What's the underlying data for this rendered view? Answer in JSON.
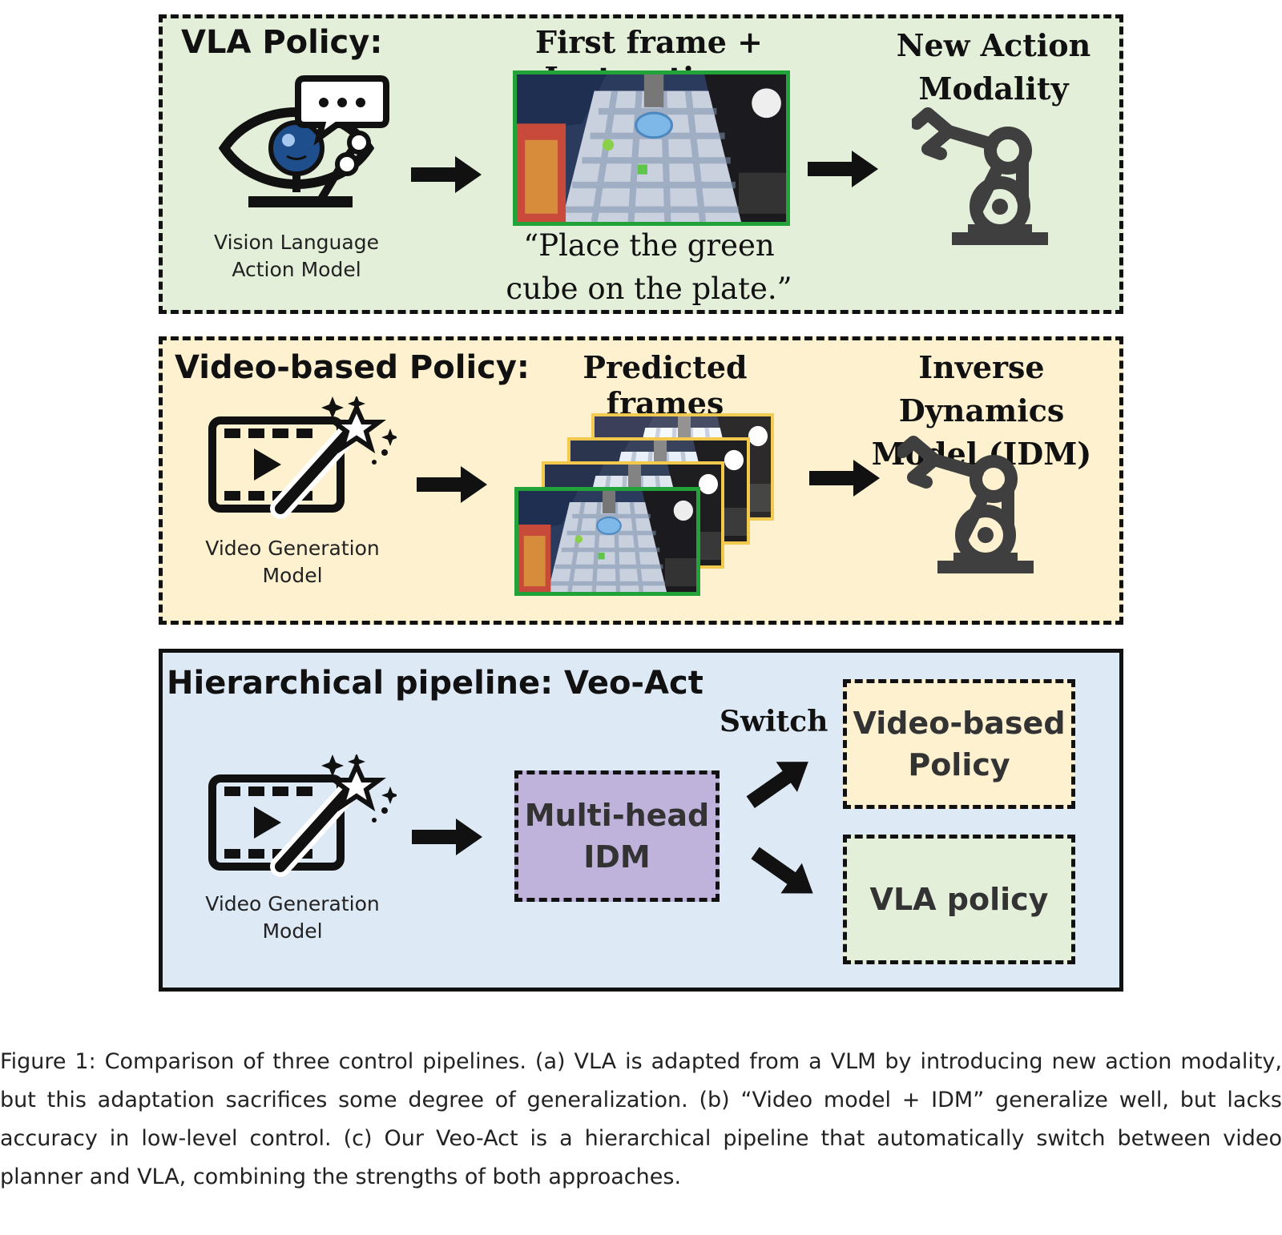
{
  "panel_a": {
    "title": "VLA Policy:",
    "frame_heading": "First frame + Instructions",
    "output_heading_line1": "New Action",
    "output_heading_line2": "Modality",
    "model_label_line1": "Vision Language",
    "model_label_line2": "Action Model",
    "instruction_line1": "“Place the green",
    "instruction_line2": "cube on the plate.”"
  },
  "panel_b": {
    "title": "Video-based Policy:",
    "frames_heading": "Predicted frames",
    "output_heading_line1": "Inverse Dynamics",
    "output_heading_line2": "Model (IDM)",
    "model_label_line1": "Video Generation",
    "model_label_line2": "Model"
  },
  "panel_c": {
    "title": "Hierarchical pipeline: Veo-Act",
    "switch_label": "Switch",
    "model_label_line1": "Video Generation",
    "model_label_line2": "Model",
    "idm_line1": "Multi-head",
    "idm_line2": "IDM",
    "video_policy_line1": "Video-based",
    "video_policy_line2": "Policy",
    "vla_policy": "VLA policy"
  },
  "caption": "Figure 1: Comparison of three control pipelines. (a) VLA is adapted from a VLM by introducing new action modality, but this adaptation sacrifices some degree of generalization. (b) “Video model + IDM” generalize well, but lacks accuracy in low-level control. (c) Our Veo-Act is a hierarchical pipeline that automatically switch between video planner and VLA, combining the strengths of both approaches.",
  "colors": {
    "panel_a_bg": "#e3efd9",
    "panel_b_bg": "#fdf1cf",
    "panel_c_bg": "#dde9f5",
    "idm_box_bg": "#bfb3dc",
    "first_frame_border": "#22a33a",
    "predicted_frame_border": "#f2c94c",
    "icon_gray": "#3f3f3f"
  },
  "icons": [
    "vlm-eye-chat-icon",
    "robot-arm-icon",
    "video-magic-wand-icon",
    "arrow-right-icon"
  ]
}
